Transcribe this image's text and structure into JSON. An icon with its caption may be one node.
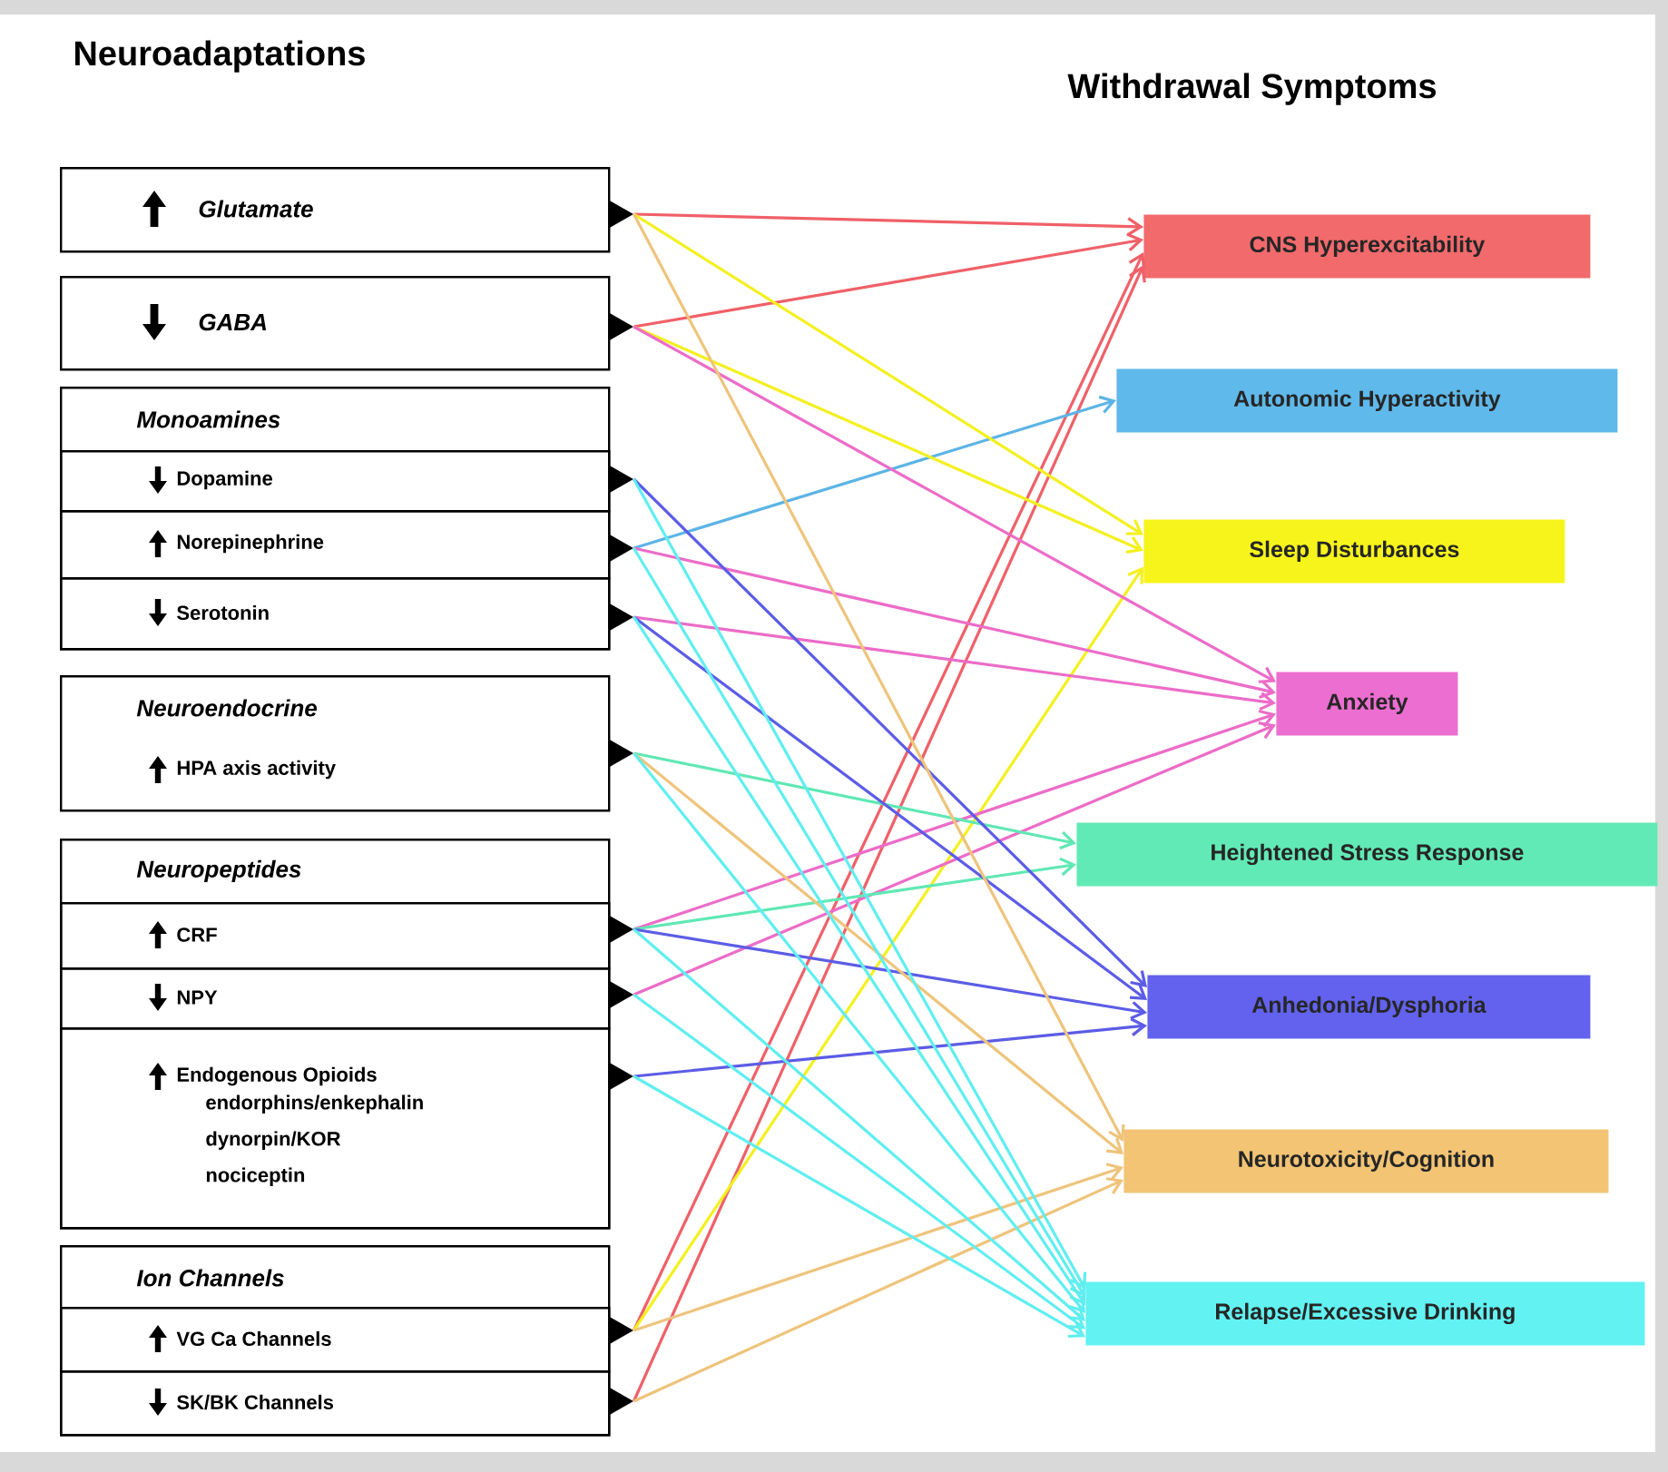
{
  "diagram": {
    "nodes": [
      {
        "text": [
          "Glutamate"
        ]
      },
      {
        "text": [
          "GABA"
        ]
      },
      {
        "text": [
          "Monoamines"
        ]
      },
      {
        "text": [
          "Dopamine"
        ],
        "in": 2
      },
      {
        "text": [
          "Norepinephrine"
        ],
        "in": 2
      },
      {
        "text": [
          "Serotonin"
        ],
        "in": 2
      },
      {
        "text": [
          "Neuroendocrine",
          "HPA axis activity"
        ]
      },
      {
        "text": [
          "Neuropeptides"
        ]
      },
      {
        "text": [
          "CRF"
        ],
        "in": 7
      },
      {
        "text": [
          "NPY"
        ],
        "in": 7
      },
      {
        "text": [
          "Endogenous Opioids",
          "endorphins/enkephalin dynorpin/KOR nociceptin"
        ],
        "in": 7
      },
      {
        "text": [
          "Ion Channels"
        ]
      },
      {
        "text": [
          "VG Ca Channels"
        ],
        "in": 11
      },
      {
        "text": [
          "SK/BK Channels"
        ],
        "in": 11
      },
      {
        "text": [
          "CNS Hyperexcitability"
        ]
      },
      {
        "text": [
          "Autonomic Hyperactivity"
        ]
      },
      {
        "text": [
          "Sleep Disturbances"
        ]
      },
      {
        "text": [
          "Anxiety"
        ]
      },
      {
        "text": [
          "Heightened Stress Response"
        ]
      },
      {
        "text": [
          "Anhedonia/Dysphoria"
        ]
      },
      {
        "text": [
          "Neurotoxicity/Cognition"
        ]
      },
      {
        "text": [
          "Relapse/Excessive Drinking"
        ]
      }
    ],
    "edges": [
      {
        "from": 0,
        "to": 14,
        "arrow": "to",
        "color": "#f06068"
      },
      {
        "from": 1,
        "to": 14,
        "arrow": "to",
        "color": "#f06068"
      },
      {
        "from": 12,
        "to": 14,
        "arrow": "to",
        "color": "#f06068"
      },
      {
        "from": 13,
        "to": 14,
        "arrow": "to",
        "color": "#f06068"
      },
      {
        "from": 4,
        "to": 15,
        "arrow": "to",
        "color": "#5cb4e6"
      },
      {
        "from": 0,
        "to": 16,
        "arrow": "to",
        "color": "#f4f020"
      },
      {
        "from": 1,
        "to": 16,
        "arrow": "to",
        "color": "#f4f020"
      },
      {
        "from": 12,
        "to": 16,
        "arrow": "to",
        "color": "#f4f020"
      },
      {
        "from": 1,
        "to": 17,
        "arrow": "to",
        "color": "#ec6cc8"
      },
      {
        "from": 4,
        "to": 17,
        "arrow": "to",
        "color": "#ec6cc8"
      },
      {
        "from": 5,
        "to": 17,
        "arrow": "to",
        "color": "#ec6cc8"
      },
      {
        "from": 8,
        "to": 17,
        "arrow": "to",
        "color": "#ec6cc8"
      },
      {
        "from": 9,
        "to": 17,
        "arrow": "to",
        "color": "#ec6cc8"
      },
      {
        "from": 6,
        "to": 18,
        "arrow": "to",
        "color": "#60e8b4"
      },
      {
        "from": 8,
        "to": 18,
        "arrow": "to",
        "color": "#60e8b4"
      },
      {
        "from": 3,
        "to": 19,
        "arrow": "to",
        "color": "#5c5ce6"
      },
      {
        "from": 5,
        "to": 19,
        "arrow": "to",
        "color": "#5c5ce6"
      },
      {
        "from": 8,
        "to": 19,
        "arrow": "to",
        "color": "#5c5ce6"
      },
      {
        "from": 10,
        "to": 19,
        "arrow": "to",
        "color": "#5c5ce6"
      },
      {
        "from": 0,
        "to": 20,
        "arrow": "to",
        "color": "#eec47c"
      },
      {
        "from": 6,
        "to": 20,
        "arrow": "to",
        "color": "#eec47c"
      },
      {
        "from": 12,
        "to": 20,
        "arrow": "to",
        "color": "#eec47c"
      },
      {
        "from": 13,
        "to": 20,
        "arrow": "to",
        "color": "#eec47c"
      },
      {
        "from": 3,
        "to": 21,
        "arrow": "to",
        "color": "#60eef0"
      },
      {
        "from": 4,
        "to": 21,
        "arrow": "to",
        "color": "#60eef0"
      },
      {
        "from": 5,
        "to": 21,
        "arrow": "to",
        "color": "#60eef0"
      },
      {
        "from": 6,
        "to": 21,
        "arrow": "to",
        "color": "#60eef0"
      },
      {
        "from": 8,
        "to": 21,
        "arrow": "to",
        "color": "#60eef0"
      },
      {
        "from": 9,
        "to": 21,
        "arrow": "to",
        "color": "#60eef0"
      },
      {
        "from": 10,
        "to": 21,
        "arrow": "to",
        "color": "#60eef0"
      }
    ],
    "labels": [
      "Neuroadaptations",
      "Withdrawal Symptoms"
    ]
  }
}
